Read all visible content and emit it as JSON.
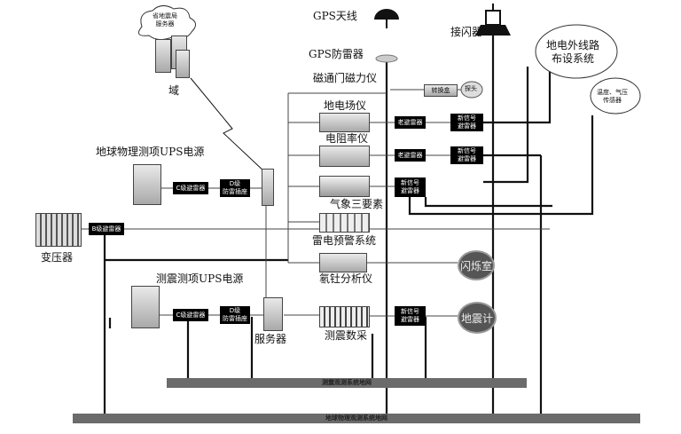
{
  "nodes": {
    "provincial_server": "省地震局\n服务器",
    "domain": "域",
    "gps_antenna": "GPS天线",
    "gps_arrester": "GPS防雷器",
    "lightning_rod": "接闪器",
    "cabling_system": "地电外线路\n布设系统",
    "temp_sensor": "温度、气压\n传感器",
    "fluxgate": "磁通门磁力仪",
    "converter": "转换盒",
    "probe": "探头",
    "geoelectric": "地电场仪",
    "resistivity": "电阻率仪",
    "ups_geo": "地球物理测项UPS电源",
    "weather": "气象三要素",
    "storm_warning": "雷电预警系统",
    "radon": "氡钍分析仪",
    "transformer": "变压器",
    "ups_seis": "测震测项UPS电源",
    "server": "服务器",
    "seis_acq": "测震数采",
    "radon_room": "闪烁室",
    "seismometer": "地震计"
  },
  "arresters": {
    "c_level": "C级避雷器",
    "d_socket": "D级\n防雷插座",
    "old": "老避雷器",
    "new": "新信号\n避雷器",
    "b_level": "B级避雷器"
  },
  "ground_nets": {
    "seismic": "测震观测系统地网",
    "geophysical": "地球物理观测系统地网"
  },
  "colors": {
    "line": "#111111",
    "thin_line": "#444444",
    "bus": "#6b6b6b"
  }
}
